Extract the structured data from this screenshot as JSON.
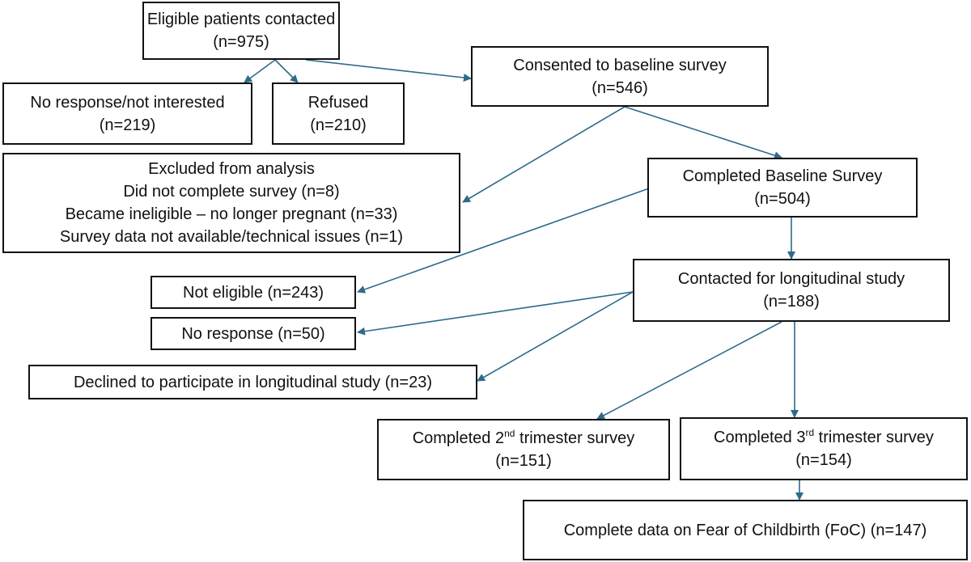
{
  "nodes": {
    "eligible": {
      "lines": [
        "Eligible patients contacted",
        "(n=975)"
      ]
    },
    "no_response_interest": {
      "lines": [
        "No response/not interested",
        "(n=219)"
      ]
    },
    "refused": {
      "lines": [
        "Refused",
        "(n=210)"
      ]
    },
    "consented": {
      "lines": [
        "Consented to baseline survey",
        "(n=546)"
      ]
    },
    "excluded": {
      "lines": [
        "Excluded from analysis",
        "Did not complete survey (n=8)",
        "Became ineligible – no longer pregnant (n=33)",
        "Survey data not available/technical issues (n=1)"
      ]
    },
    "completed_baseline": {
      "lines": [
        "Completed Baseline Survey",
        "(n=504)"
      ]
    },
    "not_eligible": {
      "lines": [
        "Not eligible (n=243)"
      ]
    },
    "contacted_longitudinal": {
      "lines": [
        "Contacted for longitudinal study",
        "(n=188)"
      ]
    },
    "no_response": {
      "lines": [
        "No response (n=50)"
      ]
    },
    "declined": {
      "lines": [
        "Declined to participate in longitudinal study (n=23)"
      ]
    },
    "second_trimester": {
      "pre": "Completed 2",
      "sup": "nd",
      "post": " trimester survey",
      "count": "(n=151)"
    },
    "third_trimester": {
      "pre": "Completed 3",
      "sup": "rd",
      "post": " trimester survey",
      "count": "(n=154)"
    },
    "foc": {
      "lines": [
        "Complete data on Fear of Childbirth (FoC)  (n=147)"
      ]
    }
  },
  "colors": {
    "arrow": "#2e6b8a",
    "border": "#111111",
    "text": "#111111"
  }
}
